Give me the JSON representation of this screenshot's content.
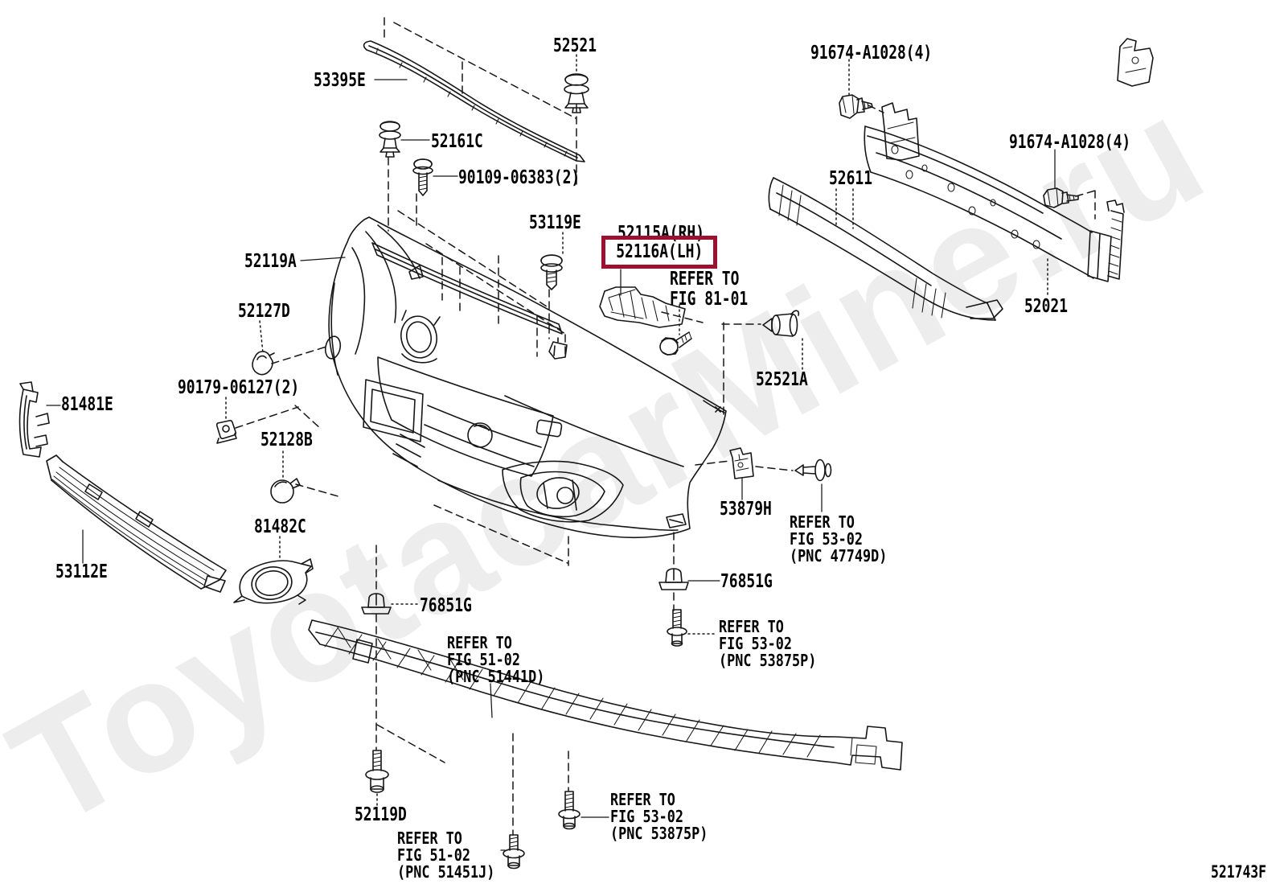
{
  "figure": {
    "drawing_number": "521743F"
  },
  "watermark": {
    "text": "ToyotacarMine.ru",
    "color": "#ededed"
  },
  "colors": {
    "highlight_box": "#9e1030",
    "ink": "#161616"
  },
  "parts": {
    "hood_molding": {
      "label": "53395E"
    },
    "clip_52521": {
      "label": "52521"
    },
    "bolt_91674_a": {
      "label": "91674-A1028(4)"
    },
    "clip_52161c": {
      "label": "52161C"
    },
    "screw_90109": {
      "label": "90109-06383(2)"
    },
    "bolt_53119e": {
      "label": "53119E"
    },
    "bracket_rh": {
      "label": "52115A(RH)"
    },
    "bracket_lh": {
      "label": "52116A(LH)"
    },
    "refer_fig_81_01": {
      "lines": [
        "REFER TO",
        "FIG 81-01"
      ]
    },
    "absorber": {
      "label": "52611"
    },
    "bolt_91674_b": {
      "label": "91674-A1028(4)"
    },
    "reinforcement": {
      "label": "52021"
    },
    "bumper_cover": {
      "label": "52119A"
    },
    "hole_cover_52127d": {
      "label": "52127D"
    },
    "nut_90179": {
      "label": "90179-06127(2)"
    },
    "bracket_81481e": {
      "label": "81481E"
    },
    "plug_52128b": {
      "label": "52128B"
    },
    "clip_52521a": {
      "label": "52521A"
    },
    "grille": {
      "label": "53112E"
    },
    "fog_bezel": {
      "label": "81482C"
    },
    "clip_53879h": {
      "label": "53879H"
    },
    "refer_47749d": {
      "lines": [
        "REFER TO",
        "FIG 53-02",
        "(PNC 47749D)"
      ]
    },
    "clip_76851g_right": {
      "label": "76851G"
    },
    "refer_53875p_right": {
      "lines": [
        "REFER TO",
        "FIG 53-02",
        "(PNC 53875P)"
      ]
    },
    "clip_76851g_mid": {
      "label": "76851G"
    },
    "refer_51441d": {
      "lines": [
        "REFER TO",
        "FIG 51-02",
        "(PNC 51441D)"
      ]
    },
    "bolt_52119d": {
      "label": "52119D"
    },
    "refer_51451j": {
      "lines": [
        "REFER TO",
        "FIG 51-02",
        "(PNC 51451J)"
      ]
    },
    "refer_53875p_bottom": {
      "lines": [
        "REFER TO",
        "FIG 53-02",
        "(PNC 53875P)"
      ]
    }
  }
}
